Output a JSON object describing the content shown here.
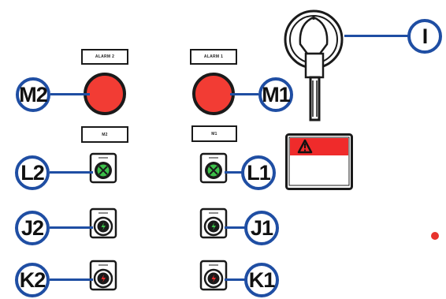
{
  "nameplates": {
    "alarm2": "ALARM 2",
    "alarm1": "ALARM 1",
    "m2": "M2",
    "m1": "M1"
  },
  "callouts": {
    "I": "I",
    "M2": "M2",
    "M1": "M1",
    "L2": "L2",
    "L1": "L1",
    "J2": "J2",
    "J1": "J1",
    "K2": "K2",
    "K1": "K1"
  },
  "colors": {
    "callout_blue": "#1f4ea3",
    "lamp_red": "#f23c34",
    "lamp_green": "#3cc24a",
    "warning_red": "#ef2b2b"
  }
}
